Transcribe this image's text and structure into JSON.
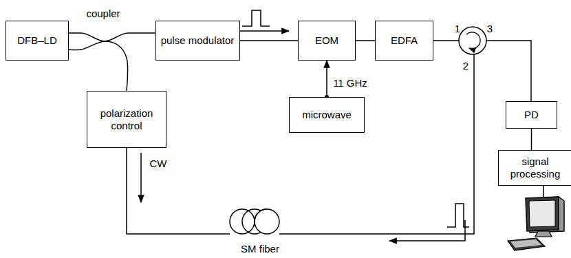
{
  "diagram": {
    "nodes": [
      {
        "text": [
          "DFB–LD"
        ]
      },
      {
        "text": [
          "pulse modulator"
        ]
      },
      {
        "text": [
          "EOM"
        ]
      },
      {
        "text": [
          "EDFA"
        ]
      },
      {
        "text": [
          "polarization control"
        ]
      },
      {
        "text": [
          "microwave"
        ]
      },
      {
        "text": [
          "PD"
        ]
      },
      {
        "text": [
          "signal processing"
        ]
      }
    ],
    "edges": [
      {
        "from": 0,
        "to": 1,
        "arrow": "none"
      },
      {
        "from": 0,
        "to": 4,
        "arrow": "none"
      },
      {
        "from": 1,
        "to": 2,
        "arrow": "none"
      },
      {
        "from": 2,
        "to": 3,
        "arrow": "none"
      },
      {
        "from": 5,
        "to": 2,
        "arrow": "to"
      },
      {
        "from": 6,
        "to": 7,
        "arrow": "none"
      }
    ],
    "labels": [
      "coupler",
      "11 GHz",
      "1",
      "2",
      "3",
      "CW",
      "SM fiber"
    ]
  }
}
